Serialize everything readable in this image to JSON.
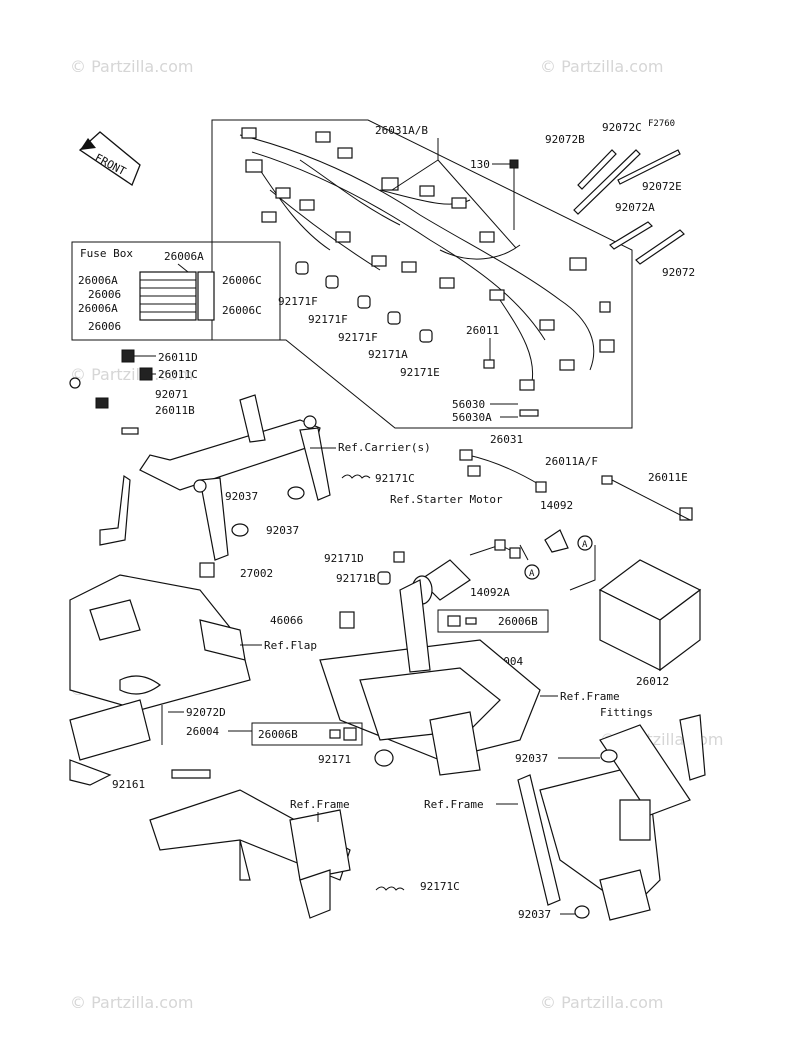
{
  "figure_code": "F2760",
  "front_label": "FRONT",
  "watermark": "© Partzilla.com",
  "fuse_box": {
    "title": "Fuse Box",
    "labels": [
      "26006A",
      "26006A",
      "26006",
      "26006A",
      "26006",
      "26006C",
      "26006C"
    ]
  },
  "parts": [
    "26031A/B",
    "130",
    "92072B",
    "92072C",
    "92072E",
    "92072A",
    "92072",
    "92171F",
    "92171F",
    "92171F",
    "92171A",
    "92171E",
    "26011",
    "56030",
    "56030A",
    "26011D",
    "26011C",
    "92071",
    "26011B",
    "Ref.Carrier(s)",
    "92171C",
    "92037",
    "92037",
    "26031",
    "Ref.Starter Motor",
    "26011A/F",
    "26011E",
    "14092",
    "14092A",
    "92171D",
    "92171B",
    "27002",
    "46066",
    "Ref.Flap",
    "26006B",
    "26004",
    "26012",
    "Ref.Frame",
    "Fittings",
    "92072D",
    "26004",
    "26006B",
    "92171",
    "92161",
    "Ref.Frame",
    "Ref.Frame",
    "92037",
    "92037",
    "92171C"
  ],
  "callout_letter": "A"
}
